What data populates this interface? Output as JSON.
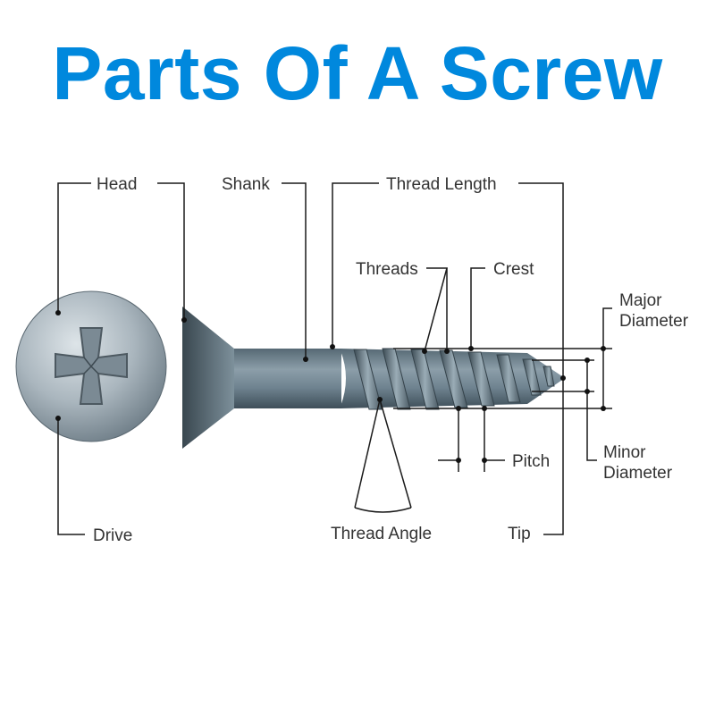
{
  "title": "Parts Of A Screw",
  "colors": {
    "title": "#0088dd",
    "metal": "#6f8390",
    "label_text": "#333333"
  },
  "labels": {
    "head": "Head",
    "shank": "Shank",
    "thread_length": "Thread Length",
    "threads": "Threads",
    "crest": "Crest",
    "major_diameter_line1": "Major",
    "major_diameter_line2": "Diameter",
    "minor_diameter_line1": "Minor",
    "minor_diameter_line2": "Diameter",
    "pitch": "Pitch",
    "drive": "Drive",
    "thread_angle": "Thread Angle",
    "tip": "Tip"
  }
}
